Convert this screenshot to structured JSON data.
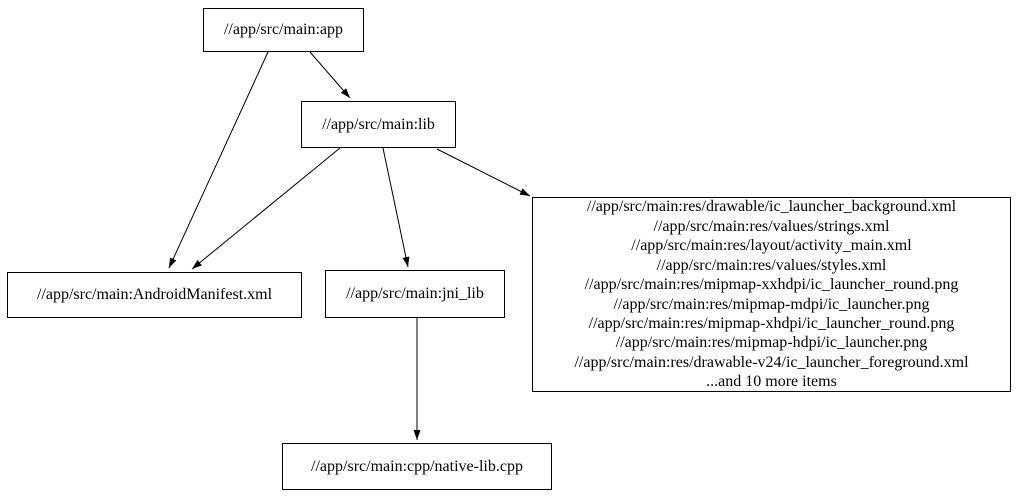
{
  "diagram": {
    "type": "dependency-graph",
    "background_color": "#ffffff",
    "node_border_color": "#000000",
    "text_color": "#000000",
    "nodes": {
      "app": {
        "label": "//app/src/main:app"
      },
      "lib": {
        "label": "//app/src/main:lib"
      },
      "android_manifest": {
        "label": "//app/src/main:AndroidManifest.xml"
      },
      "jni_lib": {
        "label": "//app/src/main:jni_lib"
      },
      "res_group": {
        "lines": [
          "//app/src/main:res/drawable/ic_launcher_background.xml",
          "//app/src/main:res/values/strings.xml",
          "//app/src/main:res/layout/activity_main.xml",
          "//app/src/main:res/values/styles.xml",
          "//app/src/main:res/mipmap-xxhdpi/ic_launcher_round.png",
          "//app/src/main:res/mipmap-mdpi/ic_launcher.png",
          "//app/src/main:res/mipmap-xhdpi/ic_launcher_round.png",
          "//app/src/main:res/mipmap-hdpi/ic_launcher.png",
          "//app/src/main:res/drawable-v24/ic_launcher_foreground.xml",
          "...and 10 more items"
        ]
      },
      "native_lib_cpp": {
        "label": "//app/src/main:cpp/native-lib.cpp"
      }
    },
    "edges": [
      {
        "from": "app",
        "to": "lib"
      },
      {
        "from": "app",
        "to": "android_manifest"
      },
      {
        "from": "lib",
        "to": "android_manifest"
      },
      {
        "from": "lib",
        "to": "jni_lib"
      },
      {
        "from": "lib",
        "to": "res_group"
      },
      {
        "from": "jni_lib",
        "to": "native_lib_cpp"
      }
    ]
  }
}
